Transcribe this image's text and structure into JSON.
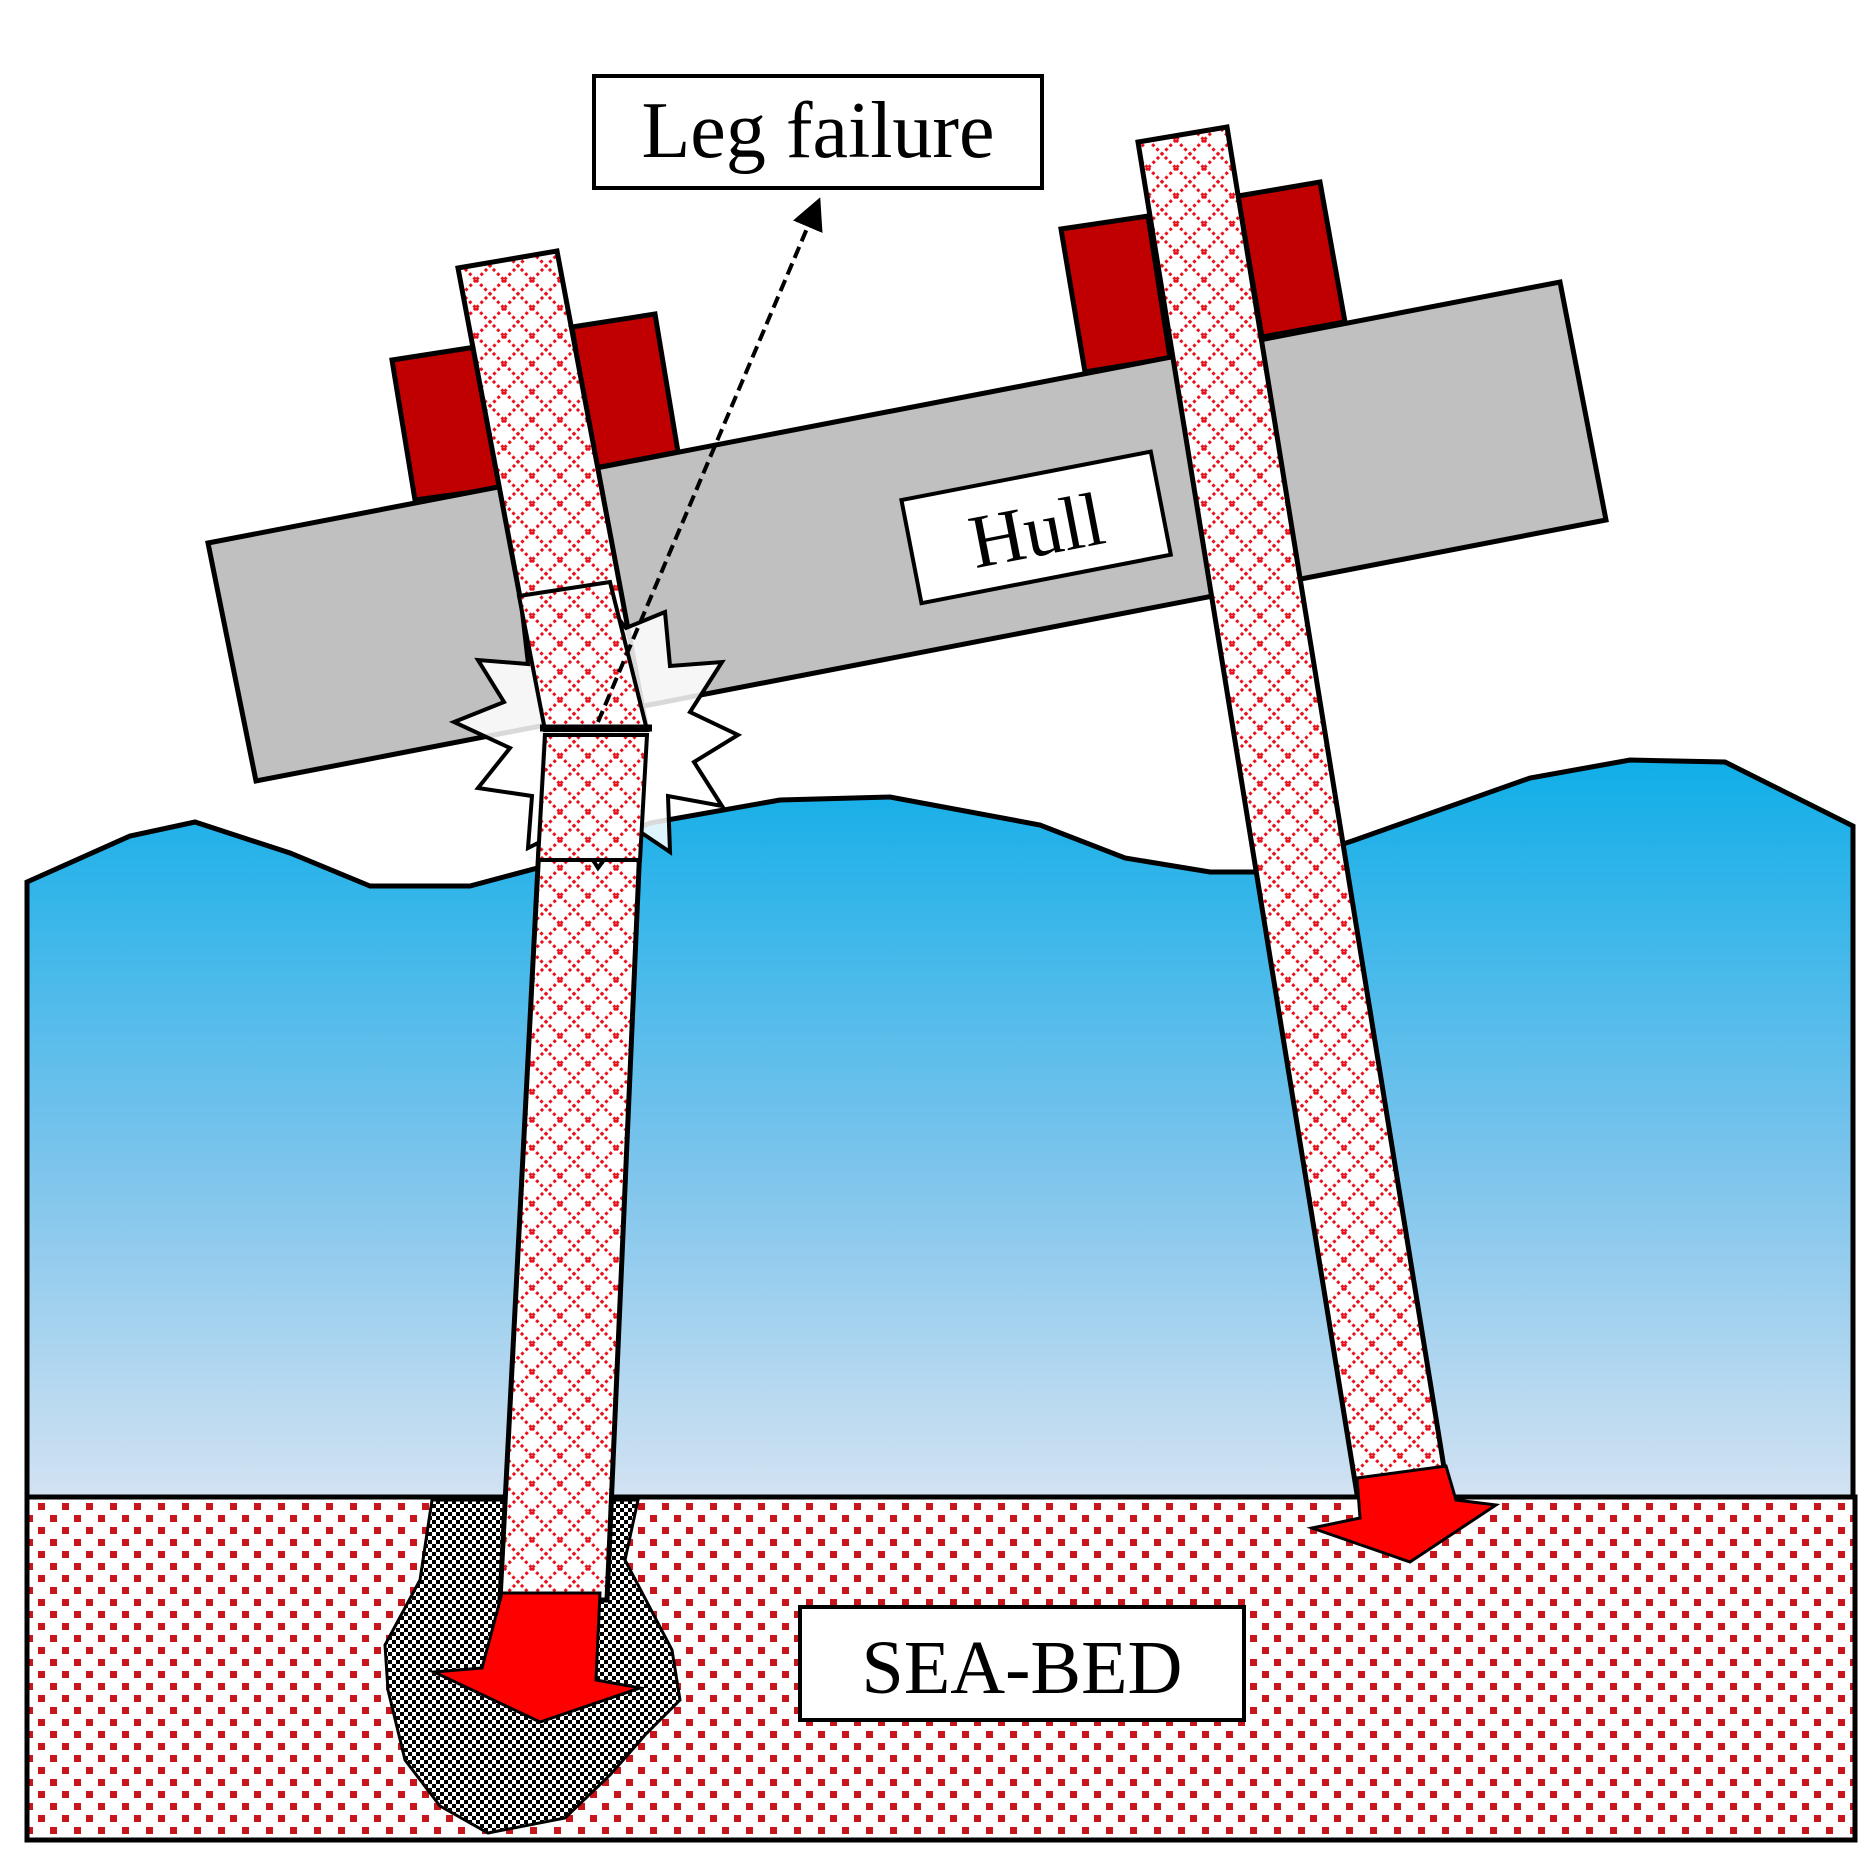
{
  "labels": {
    "leg_failure": "Leg failure",
    "hull": "Hull",
    "sea_bed": "SEA-BED"
  },
  "colors": {
    "water_top": "#10aee8",
    "water_bottom": "#d2e2f2",
    "hull_fill": "#c0c0c0",
    "leg_pattern": "#e8121c",
    "jack_housing": "#c00000",
    "seabed_dots": "#c8161c",
    "arrow_fill": "#ff0000",
    "scour_fill": "#000000"
  },
  "icons": {
    "failure_burst": "burst-star",
    "failure_pointer": "dashed-arrow",
    "penetration_arrows": "down-arrow"
  }
}
